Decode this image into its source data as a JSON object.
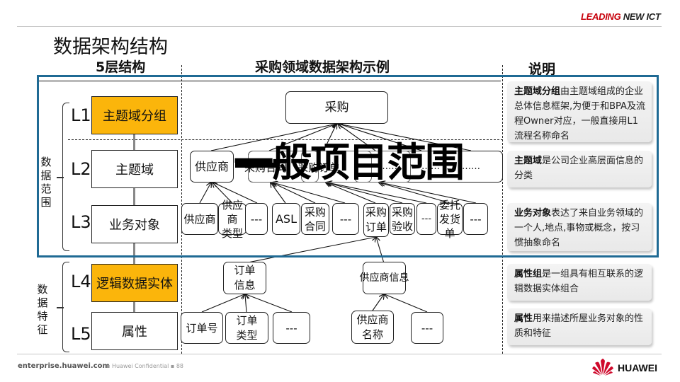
{
  "header": {
    "brand_tag_red": "LEADING",
    "brand_tag_dark": " NEW ICT",
    "title": "数据架构结构"
  },
  "columns": {
    "left": "5层结构",
    "middle": "采购领域数据架构示例",
    "right": "说明"
  },
  "scope_groups": [
    {
      "label": [
        "数",
        "据",
        "范",
        "围"
      ]
    },
    {
      "label": [
        "数",
        "据",
        "特",
        "征"
      ]
    }
  ],
  "levels": [
    {
      "id": "L1",
      "name": "主题域分组",
      "highlight": true
    },
    {
      "id": "L2",
      "name": "主题域",
      "highlight": false
    },
    {
      "id": "L3",
      "name": "业务对象",
      "highlight": false
    },
    {
      "id": "L4",
      "name": "逻辑数据实体",
      "highlight": true
    },
    {
      "id": "L5",
      "name": "属性",
      "highlight": false
    }
  ],
  "diagram": {
    "root": "采购",
    "l2_nodes": [
      "供应商",
      "采购合同",
      "采购订单",
      "……",
      "……",
      "……"
    ],
    "l3_nodes": [
      "供应商",
      "供应商 类型",
      "---",
      "ASL",
      "采购 合同",
      "---",
      "采购 订单",
      "采购 验收",
      "---",
      "委托 发货单",
      "---"
    ],
    "l4_nodes": [
      "订单 信息",
      "供应商信息"
    ],
    "l5_nodes": [
      "订单号",
      "订单 类型",
      "---",
      "供应商 名称",
      "---"
    ],
    "overlay_text": "一般项目范围"
  },
  "notes": [
    {
      "bold": "主题域分组",
      "text": "由主题域组成的企业总体信息框架,为便于和BPA及流程Owner对应，一般直接用L1流程名称命名"
    },
    {
      "bold": "主题域",
      "text": "是公司企业高层面信息的分类"
    },
    {
      "bold": "业务对象",
      "text": "表达了来自业务领域的一个人,地点,事物或概念，按习惯抽象命名"
    },
    {
      "bold": "属性组",
      "text": "是一组具有相互联系的逻辑数据实体组合"
    },
    {
      "bold": "属性",
      "text": "用来描述所屋业务对象的性质和特征"
    }
  ],
  "footer": {
    "site": "enterprise.huawei.com",
    "confidential": "▪  Huawei Confidential  ▪  88",
    "logo_text": "HUAWEI"
  },
  "colors": {
    "highlight": "#fbb50b",
    "frame_blue": "#1f6a94",
    "brand_red": "#c7000b"
  }
}
